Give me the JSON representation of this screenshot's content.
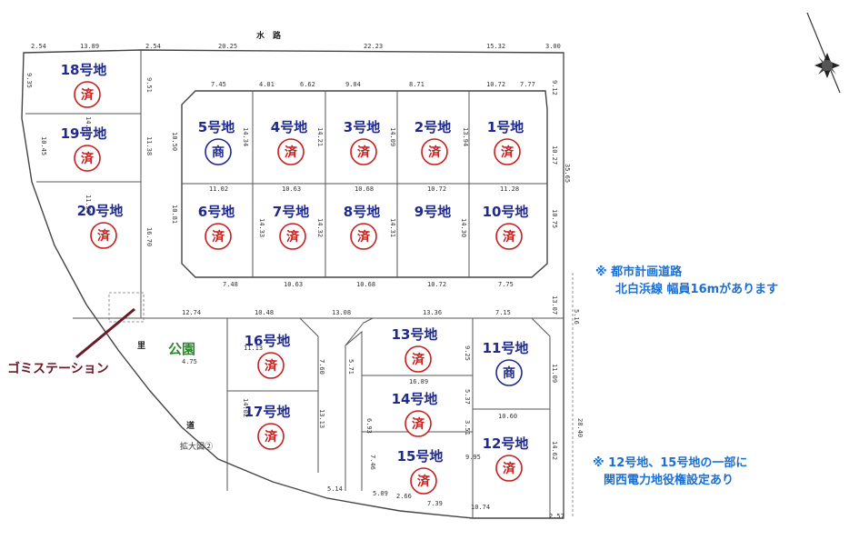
{
  "road_names": {
    "top": "水　路",
    "left_1": "里",
    "left_2": "道"
  },
  "enlarged_label": "拡大図②",
  "park_label": "公園",
  "garbage_label": "ゴミステーション",
  "lots": [
    {
      "id": "18",
      "label": "18号地",
      "status": "済"
    },
    {
      "id": "19",
      "label": "19号地",
      "status": "済"
    },
    {
      "id": "20",
      "label": "20号地",
      "status": "済"
    },
    {
      "id": "5",
      "label": "5号地",
      "status": "商"
    },
    {
      "id": "4",
      "label": "4号地",
      "status": "済"
    },
    {
      "id": "3",
      "label": "3号地",
      "status": "済"
    },
    {
      "id": "2",
      "label": "2号地",
      "status": "済"
    },
    {
      "id": "1",
      "label": "1号地",
      "status": "済"
    },
    {
      "id": "6",
      "label": "6号地",
      "status": "済"
    },
    {
      "id": "7",
      "label": "7号地",
      "status": "済"
    },
    {
      "id": "8",
      "label": "8号地",
      "status": "済"
    },
    {
      "id": "9",
      "label": "9号地",
      "status": ""
    },
    {
      "id": "10",
      "label": "10号地",
      "status": "済"
    },
    {
      "id": "16",
      "label": "16号地",
      "status": "済"
    },
    {
      "id": "13",
      "label": "13号地",
      "status": "済"
    },
    {
      "id": "11",
      "label": "11号地",
      "status": "商"
    },
    {
      "id": "17",
      "label": "17号地",
      "status": "済"
    },
    {
      "id": "14",
      "label": "14号地",
      "status": "済"
    },
    {
      "id": "15",
      "label": "15号地",
      "status": "済"
    },
    {
      "id": "12",
      "label": "12号地",
      "status": "済"
    }
  ],
  "notes": {
    "note1_line1": "※ 都市計画道路",
    "note1_line2": "北白浜線 幅員16mがあります",
    "note2_line1": "※ 12号地、15号地の一部に",
    "note2_line2": "関西電力地役権設定あり"
  },
  "dimensions": {
    "top": [
      "2.54",
      "13.89",
      "2.54",
      "20.25",
      "22.23",
      "15.32",
      "3.00"
    ],
    "row1": [
      "7.45",
      "4.01",
      "6.62",
      "9.04",
      "8.71",
      "10.72",
      "7.77"
    ],
    "row_mid": [
      "11.02",
      "10.63",
      "10.68",
      "10.72",
      "11.28"
    ],
    "row2_bottom": [
      "7.48",
      "10.63",
      "10.68",
      "10.72",
      "7.75"
    ],
    "south_row": [
      "12.74",
      "10.48",
      "13.08",
      "13.36",
      "7.15"
    ],
    "right_side": [
      "9.12",
      "10.27",
      "35.65",
      "10.75",
      "13.07",
      "5.16",
      "11.09",
      "28.40",
      "14.62"
    ],
    "left_side": [
      "9.51",
      "11.38",
      "16.70",
      "10.45",
      "9.35",
      "11.56",
      "14.23"
    ],
    "misc": [
      "14.34",
      "10.50",
      "10.81",
      "14.33",
      "14.32",
      "14.31",
      "14.30",
      "14.21",
      "14.09",
      "13.94",
      "11.13",
      "7.60",
      "13.13",
      "14.02",
      "16.89",
      "10.60",
      "9.95",
      "5.14",
      "5.09",
      "2.66",
      "7.39",
      "10.74",
      "2.57",
      "9.25",
      "5.37",
      "3.51",
      "7.46",
      "5.71",
      "6.93",
      "4.75"
    ]
  },
  "status_colors": {
    "sold": "#c81e1e",
    "commercial": "#1f2a8c",
    "lot_label": "#1f2a8c",
    "note": "#1a6fd1",
    "park": "#2a8a2a",
    "garbage": "#6b1a2a"
  },
  "icons": {
    "north_arrow": "compass-rose-icon"
  }
}
